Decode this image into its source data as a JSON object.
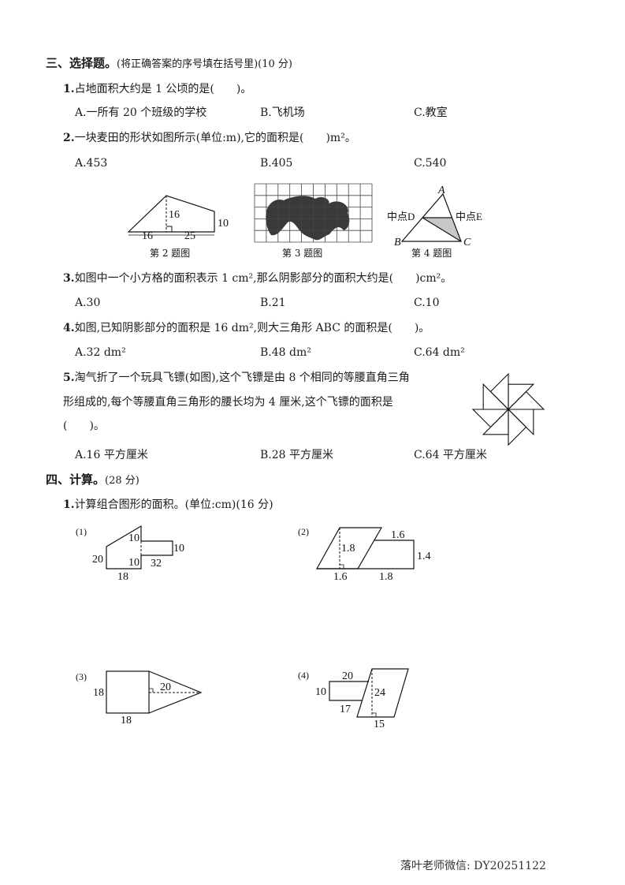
{
  "section3": {
    "title": "三、选择题。",
    "note": "(将正确答案的序号填在括号里)(10 分)",
    "questions": [
      {
        "num": "1.",
        "text": "占地面积大约是 1 公顷的是(　　)。",
        "options": [
          "A.一所有 20 个班级的学校",
          "B.飞机场",
          "C.教室"
        ]
      },
      {
        "num": "2.",
        "text": "一块麦田的形状如图所示(单位:m),它的面积是(　　)m²。",
        "options": [
          "A.453",
          "B.405",
          "C.540"
        ]
      },
      {
        "num": "3.",
        "text": "如图中一个小方格的面积表示 1 cm²,那么阴影部分的面积大约是(　　)cm²。",
        "options": [
          "A.30",
          "B.21",
          "C.10"
        ]
      },
      {
        "num": "4.",
        "text": "如图,已知阴影部分的面积是 16 dm²,则大三角形 ABC 的面积是(　　)。",
        "options": [
          "A.32 dm²",
          "B.48 dm²",
          "C.64 dm²"
        ]
      },
      {
        "num": "5.",
        "lines": [
          "淘气折了一个玩具飞镖(如图),这个飞镖是由 8 个相同的等腰直角三角",
          "形组成的,每个等腰直角三角形的腰长均为 4 厘米,这个飞镖的面积是",
          "(　　)。"
        ],
        "options": [
          "A.16 平方厘米",
          "B.28 平方厘米",
          "C.64 平方厘米"
        ]
      }
    ],
    "figures": {
      "fig2": {
        "caption": "第 2 题图",
        "labels": [
          "16",
          "10",
          "16",
          "25"
        ]
      },
      "fig3": {
        "caption": "第 3 题图"
      },
      "fig4": {
        "caption": "第 4 题图",
        "labels": [
          "A",
          "中点D",
          "中点E",
          "B",
          "C"
        ]
      }
    }
  },
  "section4": {
    "title": "四、计算。",
    "note": "(28 分)",
    "q1": {
      "num": "1.",
      "text": "计算组合图形的面积。(单位:cm)(16 分)"
    },
    "figures": [
      {
        "label": "(1)",
        "dims": [
          "10",
          "10",
          "20",
          "10",
          "32",
          "18"
        ]
      },
      {
        "label": "(2)",
        "dims": [
          "1.8",
          "1.6",
          "1.4",
          "1.6",
          "1.8"
        ]
      },
      {
        "label": "(3)",
        "dims": [
          "18",
          "20",
          "18"
        ]
      },
      {
        "label": "(4)",
        "dims": [
          "20",
          "10",
          "24",
          "17",
          "15"
        ]
      }
    ]
  },
  "footer": {
    "watermark": "落叶老师微信: DY20251122"
  }
}
